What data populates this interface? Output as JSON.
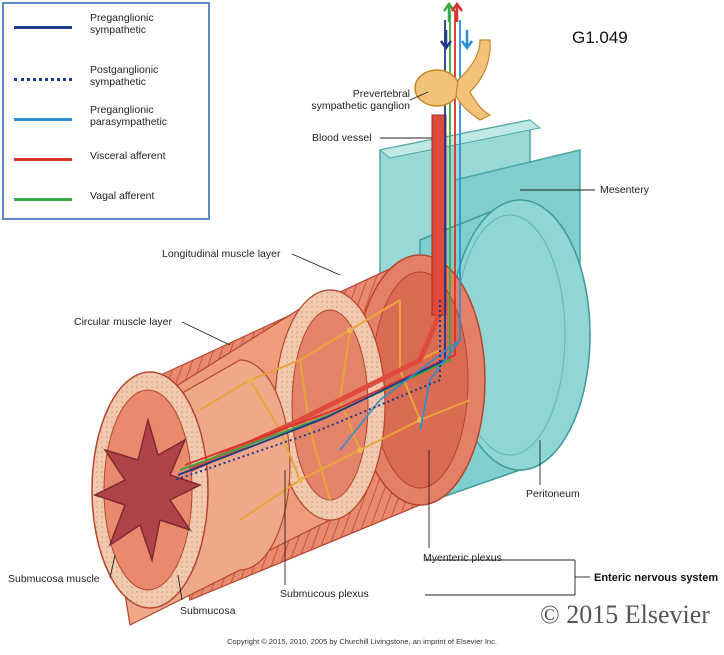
{
  "legend": {
    "items": [
      {
        "label": "Preganglionic sympathetic",
        "color": "#1f3a8a",
        "style": "solid"
      },
      {
        "label": "Postganglionic sympathetic",
        "color": "#1f3a8a",
        "style": "dotted"
      },
      {
        "label": "Preganglionic parasympathetic",
        "color": "#2b8fd6",
        "style": "solid"
      },
      {
        "label": "Visceral afferent",
        "color": "#d9322a",
        "style": "solid"
      },
      {
        "label": "Vagal afferent",
        "color": "#3aa845",
        "style": "solid"
      }
    ]
  },
  "figure_code": "G1.049",
  "labels": {
    "prevertebral": "Prevertebral sympathetic ganglion",
    "blood_vessel": "Blood vessel",
    "mesentery": "Mesentery",
    "longitudinal": "Longitudinal muscle layer",
    "circular": "Circular muscle layer",
    "peritoneum": "Peritoneum",
    "myenteric": "Myenteric plexus",
    "submucosa_muscle": "Submucosa muscle",
    "submucous_plexus": "Submucous plexus",
    "submucosa": "Submucosa",
    "enteric": "Enteric nervous system"
  },
  "copyright": {
    "big": "© 2015 Elsevier",
    "small": "Copyright © 2015, 2010, 2005 by Churchill Livingstone, an imprint of Elsevier Inc."
  },
  "colors": {
    "muscle": "#e98a6e",
    "muscle_dark": "#c9533e",
    "peritoneum": "#7fcfcf",
    "nerve_plexus": "#e8a43a",
    "ganglion": "#f2c27a"
  }
}
